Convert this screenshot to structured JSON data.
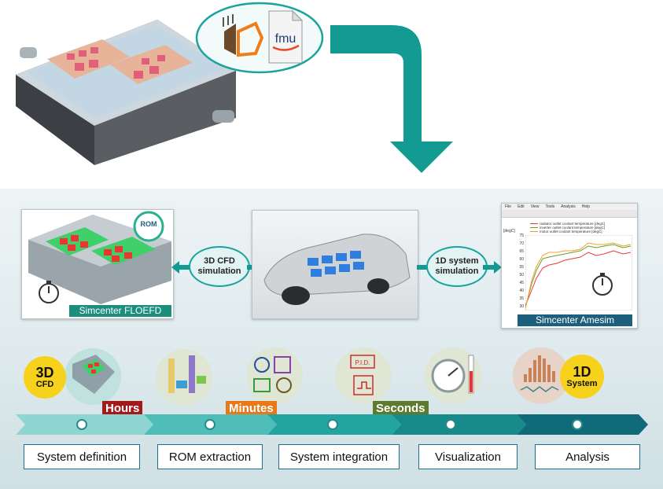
{
  "fmu_label": "fmu",
  "rom_badge": "ROM",
  "floefd_caption": "Simcenter FLOEFD",
  "amesim_caption": "Simcenter Amesim",
  "cfd_oval": "3D CFD simulation",
  "system_oval": "1D system simulation",
  "amesim_plot": {
    "menu": [
      "File",
      "Edit",
      "View",
      "Tools",
      "Analysis",
      "Help"
    ],
    "y_unit": "[degC]",
    "y_ticks": [
      "75",
      "70",
      "65",
      "60",
      "55",
      "50",
      "45",
      "40",
      "35",
      "30"
    ],
    "legend": [
      {
        "name": "radiator outlet coolant temperature [degC]",
        "color": "#e8393a"
      },
      {
        "name": "inverter outlet coolant temperature [degC]",
        "color": "#6aa020"
      },
      {
        "name": "motor outlet coolant temperature [degC]",
        "color": "#f0a030"
      }
    ]
  },
  "badges": {
    "cfd_top": "3D",
    "cfd_bottom": "CFD",
    "system_top": "1D",
    "system_bottom": "System"
  },
  "time_tags": [
    {
      "label": "Hours",
      "color": "#a31a1a"
    },
    {
      "label": "Minutes",
      "color": "#e8791a"
    },
    {
      "label": "Seconds",
      "color": "#5e7a2c"
    }
  ],
  "stages": [
    "System definition",
    "ROM extraction",
    "System integration",
    "Visualization",
    "Analysis"
  ],
  "colors": {
    "teal_arrow": "#129a93",
    "timeline_start": "#8fd6d2",
    "timeline_end": "#0f6a7a"
  }
}
